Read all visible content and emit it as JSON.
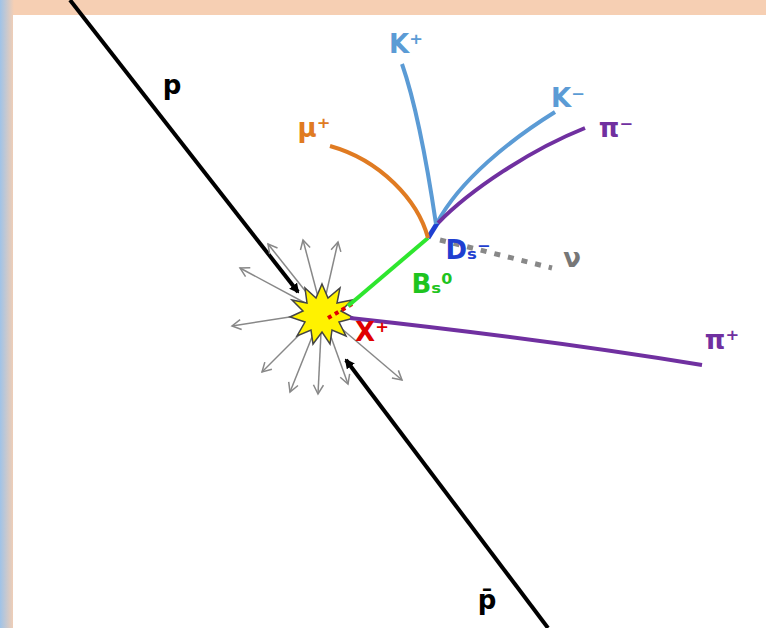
{
  "diagram": {
    "labels": [
      "p",
      "μ⁺",
      "K⁺",
      "K⁻",
      "π⁻",
      "Dₛ⁻",
      "ν",
      "Bₛ⁰",
      "X⁺",
      "π⁺",
      "p̄"
    ]
  }
}
